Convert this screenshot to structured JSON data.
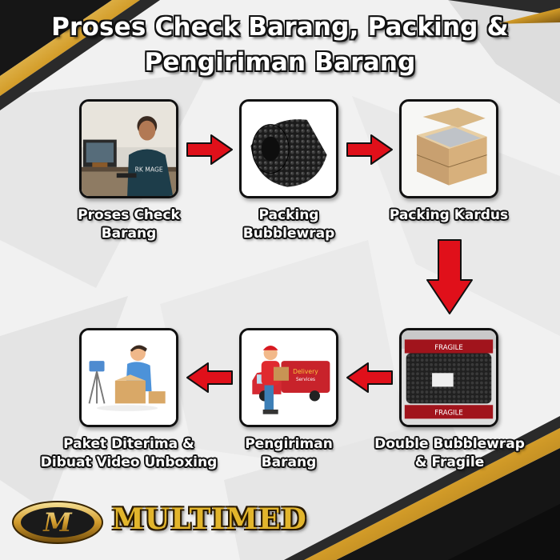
{
  "title": {
    "line1": "Proses Check Barang, Packing &",
    "line2": "Pengiriman Barang"
  },
  "steps": [
    {
      "label_line1": "Proses Check",
      "label_line2": "Barang",
      "icon": "person-checking-computer-icon"
    },
    {
      "label_line1": "Packing",
      "label_line2": "Bubblewrap",
      "icon": "bubblewrap-roll-icon"
    },
    {
      "label_line1": "Packing Kardus",
      "label_line2": "",
      "icon": "cardboard-box-icon"
    },
    {
      "label_line1": "Double Bubblewrap",
      "label_line2": "& Fragile",
      "icon": "wrapped-package-fragile-icon"
    },
    {
      "label_line1": "Pengiriman",
      "label_line2": "Barang",
      "icon": "delivery-truck-courier-icon"
    },
    {
      "label_line1": "Paket Diterima &",
      "label_line2": "Dibuat Video Unboxing",
      "icon": "unboxing-video-icon"
    }
  ],
  "images": {
    "monitor_text": "RK MAGE",
    "truck_text1": "Delivery",
    "truck_text2": "Services",
    "fragile_text": "FRAGILE"
  },
  "brand": {
    "name": "MULTIMED",
    "logo_letter": "M"
  },
  "colors": {
    "arrow": "#e0101a",
    "gold": "#d8a531",
    "label_text": "#ffffff",
    "outline": "#111111"
  }
}
